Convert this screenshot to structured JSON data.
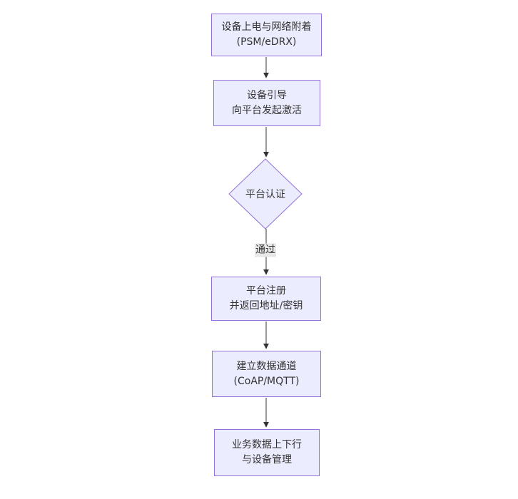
{
  "flowchart": {
    "type": "flowchart-top-down",
    "colors": {
      "node_fill": "#ECECFF",
      "node_border": "#9370DB",
      "edge": "#333333",
      "edge_label_bg": "#e8e8e8",
      "text": "#333333",
      "background": "#ffffff"
    },
    "nodes": [
      {
        "id": "power-attach",
        "shape": "rect",
        "line1": "设备上电与网络附着",
        "line2": "(PSM/eDRX)"
      },
      {
        "id": "bootstrap",
        "shape": "rect",
        "line1": "设备引导",
        "line2": "向平台发起激活"
      },
      {
        "id": "auth",
        "shape": "diamond",
        "line1": "平台认证",
        "line2": ""
      },
      {
        "id": "register",
        "shape": "rect",
        "line1": "平台注册",
        "line2": "并返回地址/密钥"
      },
      {
        "id": "channel",
        "shape": "rect",
        "line1": "建立数据通道",
        "line2": "(CoAP/MQTT)"
      },
      {
        "id": "business",
        "shape": "rect",
        "line1": "业务数据上下行",
        "line2": "与设备管理"
      }
    ],
    "edges": [
      {
        "from": "power-attach",
        "to": "bootstrap",
        "label": ""
      },
      {
        "from": "bootstrap",
        "to": "auth",
        "label": ""
      },
      {
        "from": "auth",
        "to": "register",
        "label": "通过"
      },
      {
        "from": "register",
        "to": "channel",
        "label": ""
      },
      {
        "from": "channel",
        "to": "business",
        "label": ""
      }
    ]
  }
}
